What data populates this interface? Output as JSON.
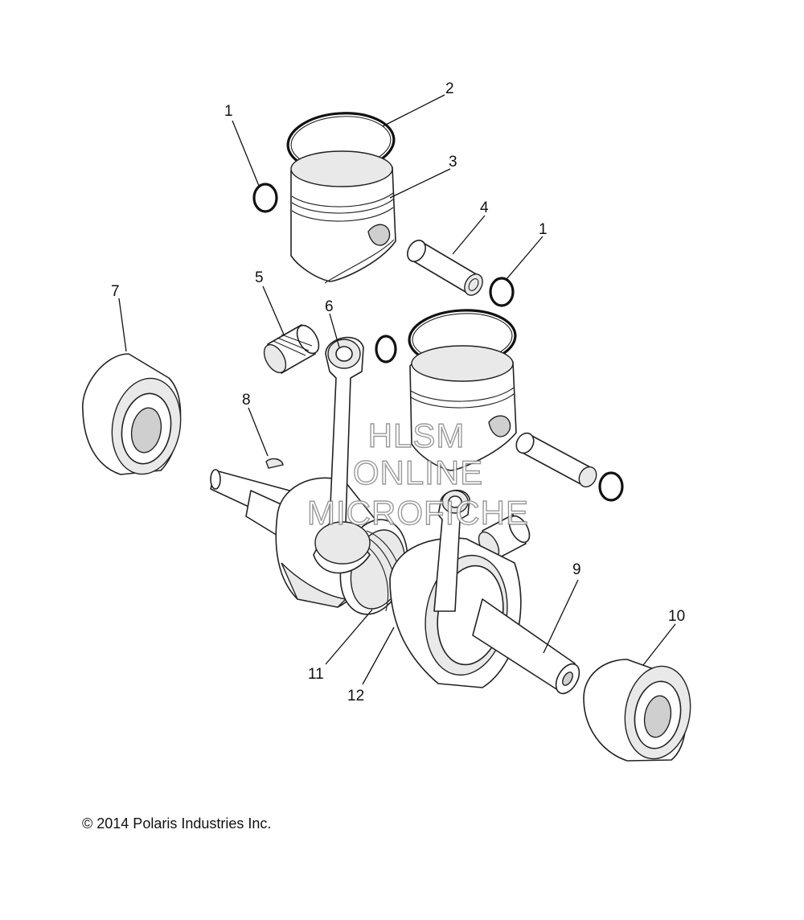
{
  "callouts": [
    {
      "id": "c1a",
      "label": "1"
    },
    {
      "id": "c2",
      "label": "2"
    },
    {
      "id": "c3",
      "label": "3"
    },
    {
      "id": "c4",
      "label": "4"
    },
    {
      "id": "c1b",
      "label": "1"
    },
    {
      "id": "c5",
      "label": "5"
    },
    {
      "id": "c6",
      "label": "6"
    },
    {
      "id": "c7",
      "label": "7"
    },
    {
      "id": "c8",
      "label": "8"
    },
    {
      "id": "c9",
      "label": "9"
    },
    {
      "id": "c10",
      "label": "10"
    },
    {
      "id": "c11",
      "label": "11"
    },
    {
      "id": "c12",
      "label": "12"
    }
  ],
  "watermark": {
    "line1": "HLSM",
    "line2": "ONLINE",
    "line3": "MICROFICHE"
  },
  "copyright": "© 2014 Polaris Industries Inc."
}
